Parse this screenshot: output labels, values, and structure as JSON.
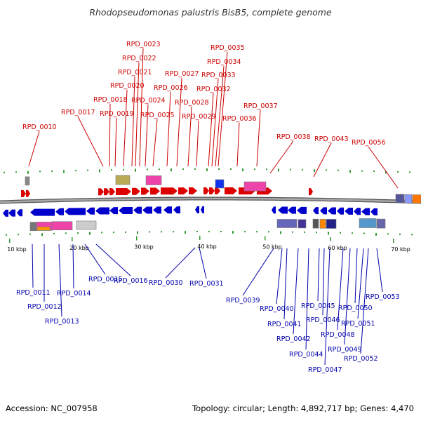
{
  "title": "Rhodopseudomonas palustris BisB5, complete genome",
  "footer": {
    "accession": "Accession: NC_007958",
    "summary": "Topology: circular; Length: 4,892,717 bp; Genes: 4,470"
  },
  "colors": {
    "forward": "#dd0000",
    "reverse": "#0000cc",
    "forward_label": "#cc0000",
    "reverse_label": "#0000aa",
    "backbone": "#888888",
    "minor_tick": "#339933"
  },
  "scale": {
    "ticks": [
      "10 kbp",
      "20 kbp",
      "30 kbp",
      "40 kbp",
      "50 kbp",
      "60 kbp",
      "70 kbp"
    ]
  },
  "forward_genes": [
    "RPD_0010",
    "RPD_0017",
    "RPD_0018",
    "RPD_0019",
    "RPD_0020",
    "RPD_0021",
    "RPD_0022",
    "RPD_0023",
    "RPD_0024",
    "RPD_0025",
    "RPD_0026",
    "RPD_0027",
    "RPD_0028",
    "RPD_0029",
    "RPD_0032",
    "RPD_0033",
    "RPD_0034",
    "RPD_0035",
    "RPD_0036",
    "RPD_0037",
    "RPD_0038",
    "RPD_0043",
    "RPD_0056"
  ],
  "reverse_genes": [
    "RPD_0011",
    "RPD_0012",
    "RPD_0013",
    "RPD_0014",
    "RPD_0015",
    "RPD_0016",
    "RPD_0030",
    "RPD_0031",
    "RPD_0039",
    "RPD_0040",
    "RPD_0041",
    "RPD_0042",
    "RPD_0044",
    "RPD_0045",
    "RPD_0046",
    "RPD_0047",
    "RPD_0048",
    "RPD_0049",
    "RPD_0050",
    "RPD_0051",
    "RPD_0052",
    "RPD_0053"
  ]
}
